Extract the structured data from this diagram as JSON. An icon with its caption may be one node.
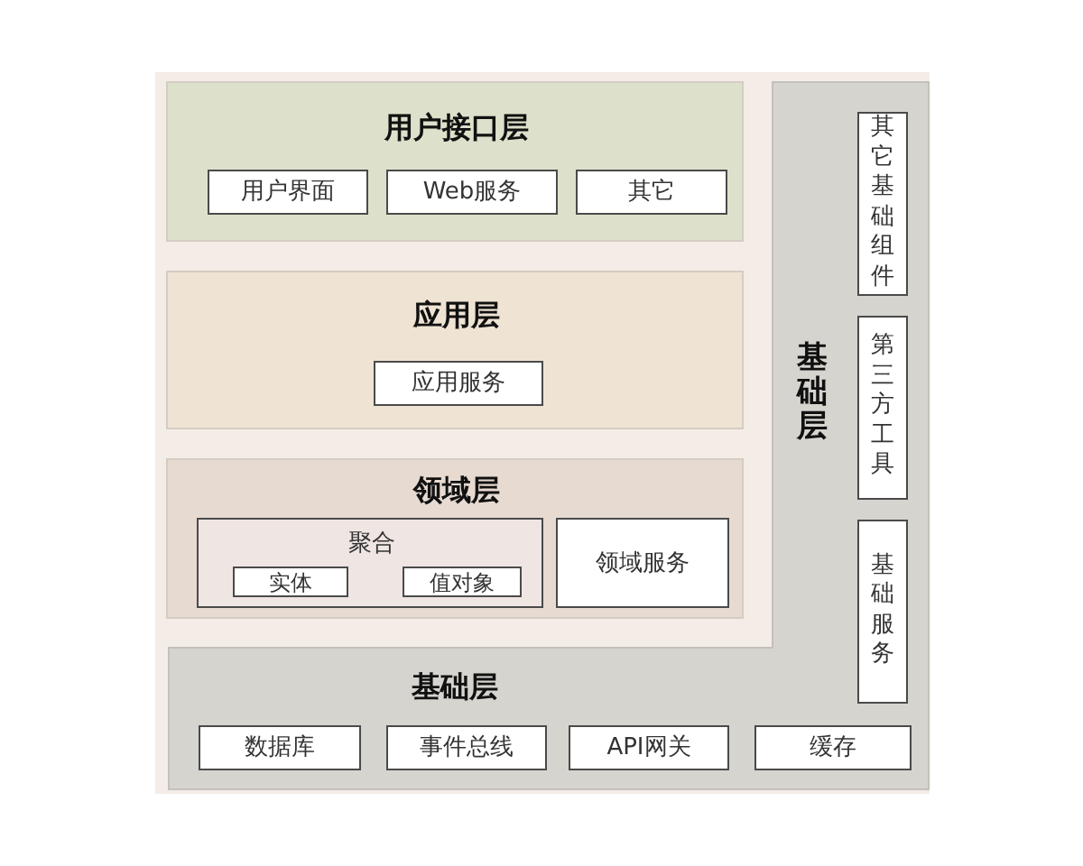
{
  "diagram": {
    "nodes": [
      {
        "text": [
          "用户接口层"
        ]
      },
      {
        "text": [
          "用户界面"
        ],
        "in": 0
      },
      {
        "text": [
          "Web服务"
        ],
        "in": 0
      },
      {
        "text": [
          "其它"
        ],
        "in": 0
      },
      {
        "text": [
          "应用层"
        ]
      },
      {
        "text": [
          "应用服务"
        ],
        "in": 4
      },
      {
        "text": [
          "领域层"
        ]
      },
      {
        "text": [
          "聚合"
        ],
        "in": 6
      },
      {
        "text": [
          "实体"
        ],
        "in": 7
      },
      {
        "text": [
          "值对象"
        ],
        "in": 7
      },
      {
        "text": [
          "领域服务"
        ],
        "in": 6
      },
      {
        "text": [
          "基础层",
          "基础层"
        ]
      },
      {
        "text": [
          "其它基础组件"
        ],
        "in": 11
      },
      {
        "text": [
          "第三方工具"
        ],
        "in": 11
      },
      {
        "text": [
          "基础服务"
        ],
        "in": 11
      },
      {
        "text": [
          "数据库"
        ],
        "in": 11
      },
      {
        "text": [
          "事件总线"
        ],
        "in": 11
      },
      {
        "text": [
          "API网关"
        ],
        "in": 11
      },
      {
        "text": [
          "缓存"
        ],
        "in": 11
      }
    ]
  }
}
